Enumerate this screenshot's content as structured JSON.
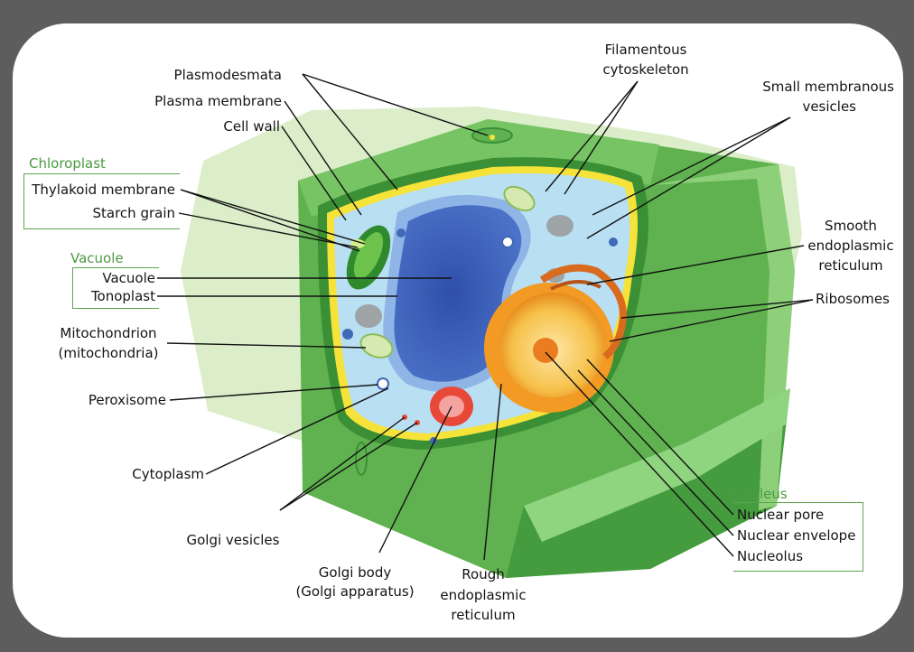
{
  "labels": {
    "plasmodesmata": "Plasmodesmata",
    "plasma_membrane": "Plasma membrane",
    "cell_wall": "Cell wall",
    "chloroplast_group": "Chloroplast",
    "thylakoid_membrane": "Thylakoid membrane",
    "starch_grain": "Starch grain",
    "vacuole_group": "Vacuole",
    "vacuole": "Vacuole",
    "tonoplast": "Tonoplast",
    "mitochondrion_line1": "Mitochondrion",
    "mitochondrion_line2": "(mitochondria)",
    "peroxisome": "Peroxisome",
    "cytoplasm": "Cytoplasm",
    "golgi_vesicles": "Golgi vesicles",
    "golgi_body_line1": "Golgi body",
    "golgi_body_line2": "(Golgi apparatus)",
    "rough_er_line1": "Rough",
    "rough_er_line2": "endoplasmic",
    "rough_er_line3": "reticulum",
    "filamentous_line1": "Filamentous",
    "filamentous_line2": "cytoskeleton",
    "small_vesicles_line1": "Small membranous",
    "small_vesicles_line2": "vesicles",
    "smooth_er_line1": "Smooth",
    "smooth_er_line2": "endoplasmic",
    "smooth_er_line3": "reticulum",
    "ribosomes": "Ribosomes",
    "nucleus_group": "Nucleus",
    "nuclear_pore": "Nuclear pore",
    "nuclear_envelope": "Nuclear envelope",
    "nucleolus": "Nucleolus"
  },
  "colors": {
    "background": "#5d5d5d",
    "panel": "#ffffff",
    "wall_dark": "#3f9a3a",
    "wall_light": "#7cc66a",
    "membrane": "#f5e33a",
    "cytoplasm": "#b9dff3",
    "vacuole": "#3a5fb5",
    "nucleus": "#f2a52a",
    "golgi": "#e0392f",
    "group_label": "#4a9a3f"
  }
}
